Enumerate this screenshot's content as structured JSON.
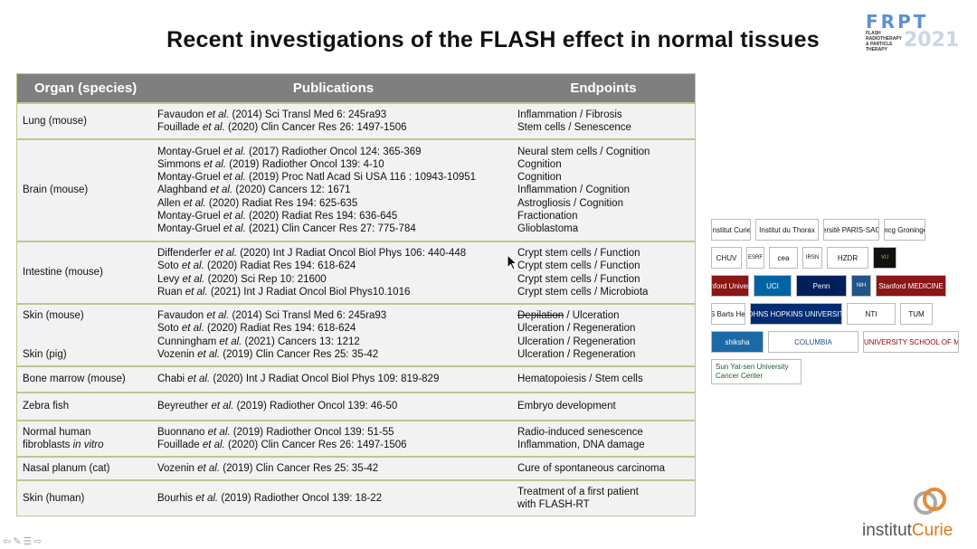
{
  "title": "Recent investigations of the FLASH effect in normal tissues",
  "frpt": {
    "name": "FRPT",
    "year": "2021",
    "tagline": "FLASH RADIOTHERAPY & PARTICLE THERAPY"
  },
  "table": {
    "headers": {
      "organ": "Organ (species)",
      "publications": "Publications",
      "endpoints": "Endpoints"
    },
    "rows": [
      {
        "organ": [
          "Lung (mouse)"
        ],
        "pubs": [
          [
            "Favaudon ",
            "et al.",
            " (2014) Sci Transl Med 6: 245ra93"
          ],
          [
            "Fouillade ",
            "et al.",
            " (2020) Clin Cancer Res 26: 1497-1506"
          ]
        ],
        "ends": [
          "Inflammation / Fibrosis",
          "Stem cells / Senescence"
        ]
      },
      {
        "organ": [
          "Brain (mouse)"
        ],
        "pubs": [
          [
            "Montay-Gruel ",
            "et al.",
            " (2017) Radiother Oncol 124: 365-369"
          ],
          [
            "Simmons ",
            "et al.",
            " (2019) Radiother Oncol 139: 4-10"
          ],
          [
            "Montay-Gruel ",
            "et al.",
            " (2019) Proc Natl Acad Si USA 116 : 10943-10951"
          ],
          [
            "Alaghband ",
            "et al.",
            " (2020) Cancers 12: 1671"
          ],
          [
            "Allen ",
            "et al.",
            " (2020) Radiat Res 194: 625-635"
          ],
          [
            "Montay-Gruel ",
            "et al.",
            " (2020) Radiat Res 194: 636-645"
          ],
          [
            "Montay-Gruel ",
            "et al.",
            " (2021) Clin Cancer Res 27: 775-784"
          ]
        ],
        "ends": [
          "Neural stem cells / Cognition",
          "Cognition",
          "Cognition",
          "Inflammation / Cognition",
          "Astrogliosis / Cognition",
          "Fractionation",
          "Glioblastoma"
        ]
      },
      {
        "organ": [
          "Intestine (mouse)"
        ],
        "pubs": [
          [
            "Diffenderfer ",
            "et al.",
            " (2020) Int J Radiat Oncol Biol Phys 106: 440-448"
          ],
          [
            "Soto ",
            "et al.",
            " (2020) Radiat Res 194: 618-624"
          ],
          [
            "Levy ",
            "et al.",
            " (2020) Sci Rep 10: 21600"
          ],
          [
            "Ruan ",
            "et al.",
            " (2021) Int J Radiat Oncol Biol Phys10.1016"
          ]
        ],
        "ends": [
          "Crypt stem cells / Function",
          "Crypt stem cells / Function",
          "Crypt stem cells / Function",
          "Crypt stem cells / Microbiota"
        ]
      },
      {
        "organ": [
          "Skin (mouse)",
          "Skin (pig)"
        ],
        "pubs": [
          [
            "Favaudon ",
            "et al.",
            " (2014) Sci Transl Med 6: 245ra93"
          ],
          [
            "Soto ",
            "et al.",
            " (2020) Radiat Res 194: 618-624"
          ],
          [
            "Cunningham ",
            "et al.",
            " (2021) Cancers 13: 1212"
          ],
          [
            "Vozenin ",
            "et al.",
            " (2019) Clin Cancer Res 25: 35-42"
          ]
        ],
        "ends": [
          "Depilation / Ulceration",
          "Ulceration / Regeneration",
          "Ulceration / Regeneration",
          "Ulceration / Regeneration"
        ]
      },
      {
        "organ": [
          "Bone marrow (mouse)"
        ],
        "pubs": [
          [
            "Chabi ",
            "et al.",
            " (2020) Int J Radiat Oncol Biol Phys 109: 819-829"
          ]
        ],
        "ends": [
          "Hematopoiesis / Stem cells"
        ]
      },
      {
        "organ": [
          "Zebra fish"
        ],
        "pubs": [
          [
            "Beyreuther ",
            "et al.",
            " (2019) Radiother Oncol 139: 46-50"
          ]
        ],
        "ends": [
          "Embryo development"
        ]
      },
      {
        "organ": [
          "Normal human",
          "fibroblasts in vitro"
        ],
        "pubs": [
          [
            "Buonnano ",
            "et al.",
            " (2019) Radiother Oncol 139: 51-55"
          ],
          [
            "Fouillade ",
            "et al.",
            " (2020) Clin Cancer Res 26: 1497-1506"
          ]
        ],
        "ends": [
          "Radio-induced senescence",
          "Inflammation, DNA damage"
        ]
      },
      {
        "organ": [
          "Nasal planum (cat)"
        ],
        "pubs": [
          [
            "Vozenin ",
            "et al.",
            " (2019) Clin Cancer Res 25: 35-42"
          ]
        ],
        "ends": [
          "Cure of spontaneous carcinoma"
        ]
      },
      {
        "organ": [
          "Skin (human)"
        ],
        "pubs": [
          [
            "Bourhis ",
            "et al.",
            " (2019) Radiother Oncol 139: 18-22"
          ]
        ],
        "ends": [
          "Treatment of a first patient",
          "with FLASH-RT"
        ]
      }
    ]
  },
  "logos": [
    [
      "institut Curie",
      "Institut du Thorax",
      "université PARIS-SACLAY",
      "umcg Groningen"
    ],
    [
      "CHUV",
      "ESRF",
      "cea",
      "IRSN",
      "HZDR",
      "VU"
    ],
    [
      "Stanford University",
      "UCI",
      "Penn",
      "NIH",
      "Stanford MEDICINE"
    ],
    [
      "NHS Barts Health",
      "JOHNS HOPKINS UNIVERSITY",
      "NTI",
      "TUM"
    ],
    [
      "shiksha",
      "COLUMBIA",
      "INDIANA UNIVERSITY SCHOOL OF MEDICINE"
    ],
    [
      "Sun Yat-sen University Cancer Center"
    ]
  ],
  "institut": {
    "prefix": "institut",
    "suffix": "Curie"
  },
  "nav": "⇦✎☰⇨"
}
